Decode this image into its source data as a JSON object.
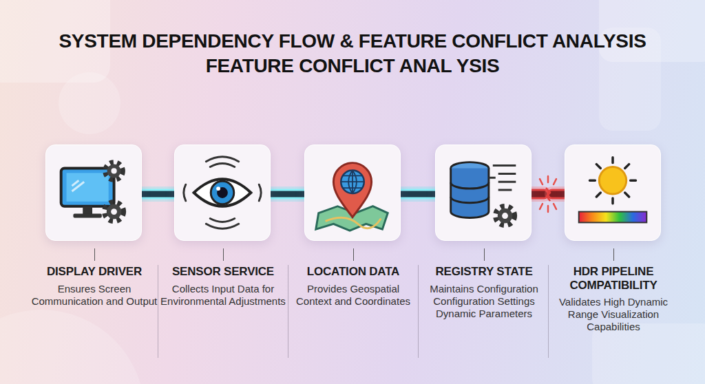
{
  "diagram": {
    "title": "SYSTEM DEPENDENCY FLOW & FEATURE CONFLICT ANALYSIS",
    "nodes": [
      {
        "text": [
          "DISPLAY DRIVER",
          "Ensures Screen Communication and Output"
        ]
      },
      {
        "text": [
          "SENSOR SERVICE",
          "Collects Input Data for Environmental Adjustments"
        ]
      },
      {
        "text": [
          "LOCATION DATA",
          "Provides Geospatial Context and Coordinates"
        ]
      },
      {
        "text": [
          "REGISTRY STATE",
          "Maintains Configuration Configuration Settings Dynamic Parameters"
        ]
      },
      {
        "text": [
          "HDR PIPELINE COMPATIBILITY",
          "Validates High Dynamic Range Visualization Capabilities"
        ]
      }
    ],
    "edges": [
      {
        "from": 0,
        "to": 1,
        "arrow": "none"
      },
      {
        "from": 1,
        "to": 2,
        "arrow": "none"
      },
      {
        "from": 2,
        "to": 3,
        "arrow": "none"
      },
      {
        "from": 3,
        "to": 4,
        "arrow": "none"
      }
    ],
    "labels": [
      "FEATURE CONFLICT ANAL YSIS"
    ]
  }
}
